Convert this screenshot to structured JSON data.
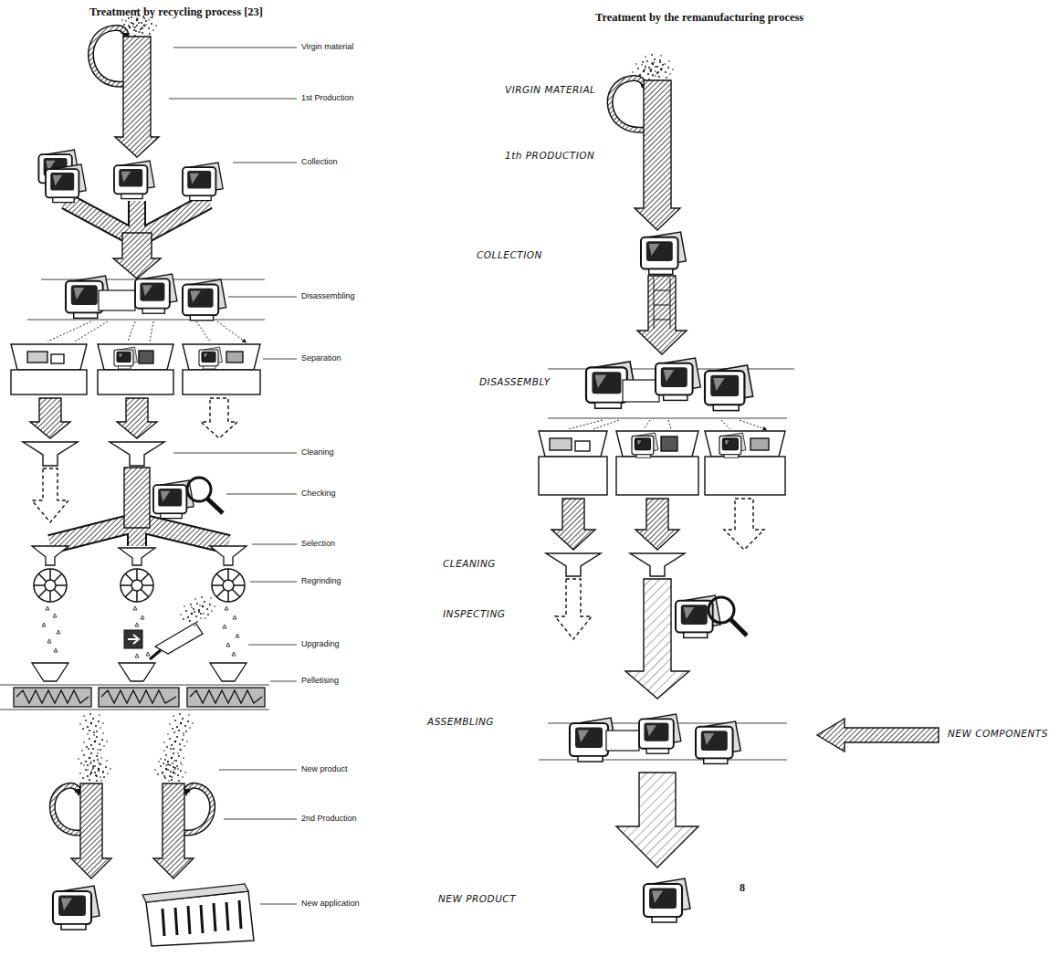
{
  "diagram": {
    "labels": [
      "Treatment by recycling process [23]",
      "Virgin material",
      "1st Production",
      "Collection",
      "Disassembling",
      "Separation",
      "Cleaning",
      "Checking",
      "Selection",
      "Regrinding",
      "Upgrading",
      "Pelletising",
      "New product",
      "2nd Production",
      "New application",
      "Treatment by the remanufacturing process",
      "VIRGIN MATERIAL",
      "1th PRODUCTION",
      "COLLECTION",
      "DISASSEMBLY",
      "CLEANING",
      "INSPECTING",
      "ASSEMBLING",
      "NEW COMPONENTS",
      "NEW PRODUCT",
      "8"
    ]
  }
}
